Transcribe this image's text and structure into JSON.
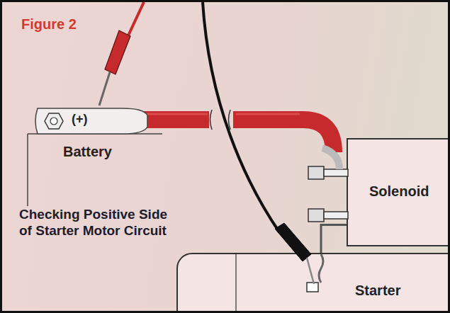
{
  "diagram": {
    "title": "Figure 2",
    "caption": "Checking Positive Side of Starter Motor Circuit",
    "nodes": [
      {
        "text": [
          "Solenoid"
        ]
      },
      {
        "text": [
          "Starter"
        ]
      }
    ],
    "edges": [
      {
        "from": 0,
        "to": 1,
        "arrow": "none"
      }
    ],
    "labels": [
      "(+)",
      "Battery"
    ]
  }
}
